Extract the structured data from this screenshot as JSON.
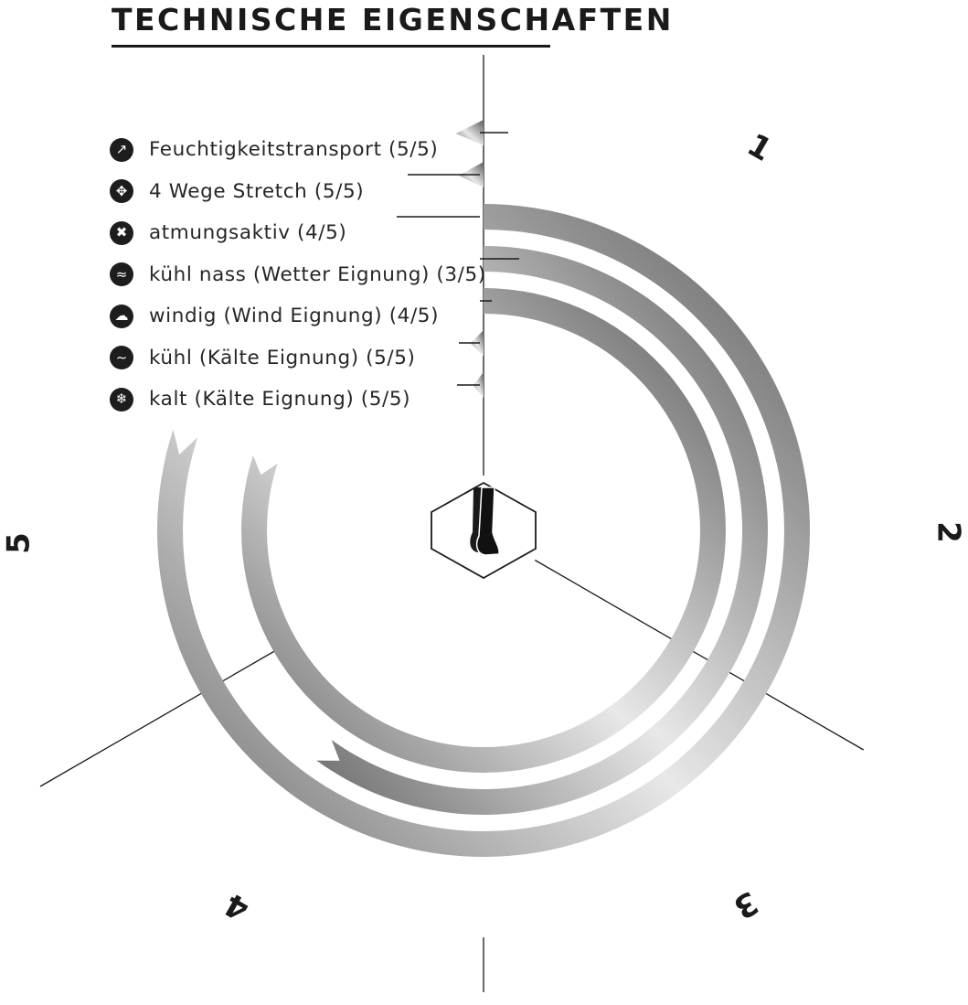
{
  "page": {
    "title": "TECHNISCHE EIGENSCHAFTEN"
  },
  "chart_data": {
    "type": "radial-bar",
    "scale_max": 5,
    "sector_labels": [
      "1",
      "2",
      "3",
      "4",
      "5"
    ],
    "center_icon": "sock-icon",
    "bar_gradient": [
      "#5c5c5c",
      "#e8e8e8"
    ],
    "series": [
      {
        "label": "Feuchtigkeitstransport (5/5)",
        "value": 5,
        "icon": "moisture-icon",
        "icon_glyph": "↗"
      },
      {
        "label": "4 Wege Stretch (5/5)",
        "value": 5,
        "icon": "four-way-arrows-icon",
        "icon_glyph": "✥"
      },
      {
        "label": "atmungsaktiv (4/5)",
        "value": 4,
        "icon": "breathable-icon",
        "icon_glyph": "✖"
      },
      {
        "label": "kühl nass (Wetter Eignung) (3/5)",
        "value": 3,
        "icon": "wet-icon",
        "icon_glyph": "≈"
      },
      {
        "label": "windig (Wind Eignung) (4/5)",
        "value": 4,
        "icon": "wind-icon",
        "icon_glyph": "☁"
      },
      {
        "label": "kühl (Kälte Eignung) (5/5)",
        "value": 5,
        "icon": "cool-icon",
        "icon_glyph": "∼"
      },
      {
        "label": "kalt (Kälte Eignung) (5/5)",
        "value": 5,
        "icon": "snowflake-icon",
        "icon_glyph": "❄"
      }
    ]
  }
}
